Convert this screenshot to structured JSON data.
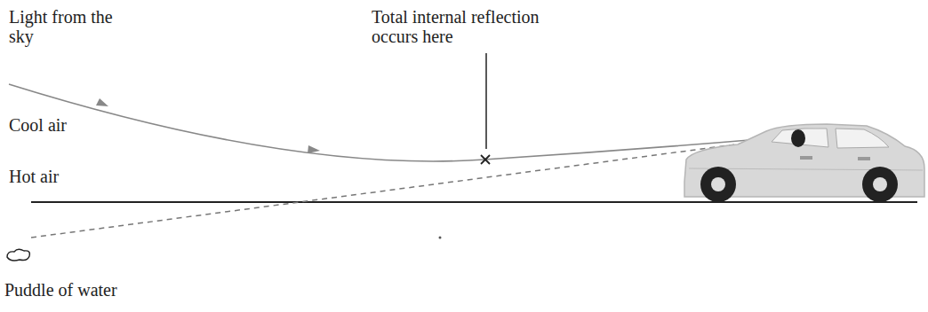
{
  "diagram": {
    "labels": [
      "Light from the sky",
      "Total internal reflection occurs here",
      "Cool air",
      "Hot air",
      "Puddle of water"
    ]
  }
}
